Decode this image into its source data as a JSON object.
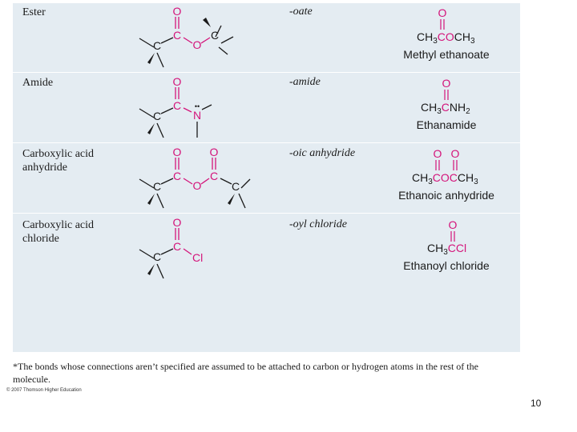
{
  "rows": [
    {
      "label_lines": [
        "Ester"
      ],
      "suffix": "-oate",
      "example": {
        "name": "Methyl ethanoate",
        "formula": {
          "o_top": [
            "O"
          ],
          "pre": "CH",
          "pre_sub": "3",
          "mid": "CO",
          "post": "CH",
          "post_sub": "3"
        }
      }
    },
    {
      "label_lines": [
        "Amide"
      ],
      "suffix": "-amide",
      "example": {
        "name": "Ethanamide",
        "formula": {
          "o_top": [
            "O"
          ],
          "pre": "CH",
          "pre_sub": "3",
          "mid": "C",
          "post": "NH",
          "post_sub": "2"
        }
      }
    },
    {
      "label_lines": [
        "Carboxylic acid",
        "anhydride"
      ],
      "suffix": "-oic anhydride",
      "example": {
        "name": "Ethanoic anhydride",
        "formula": {
          "o_top": [
            "O",
            "O"
          ],
          "pre": "CH",
          "pre_sub": "3",
          "mid": "COC",
          "post": "CH",
          "post_sub": "3"
        }
      }
    },
    {
      "label_lines": [
        "Carboxylic acid",
        "chloride"
      ],
      "suffix": "-oyl chloride",
      "example": {
        "name": "Ethanoyl chloride",
        "formula": {
          "o_top": [
            "O"
          ],
          "pre": "CH",
          "pre_sub": "3",
          "mid": "CCl",
          "post": "",
          "post_sub": ""
        }
      }
    }
  ],
  "structure_atoms": {
    "carbon": "C",
    "oxygen": "O",
    "nitrogen": "N",
    "chlorine": "Cl",
    "lone_pair": "••"
  },
  "footnote": "*The bonds whose connections aren’t specified are assumed to be attached to carbon or hydrogen atoms in the rest of the molecule.",
  "copyright": "© 2007 Thomson Higher Education",
  "page_number": "10",
  "colors": {
    "panel": "#e4ecf2",
    "highlight": "#d4147a",
    "text": "#1a1a1a"
  }
}
